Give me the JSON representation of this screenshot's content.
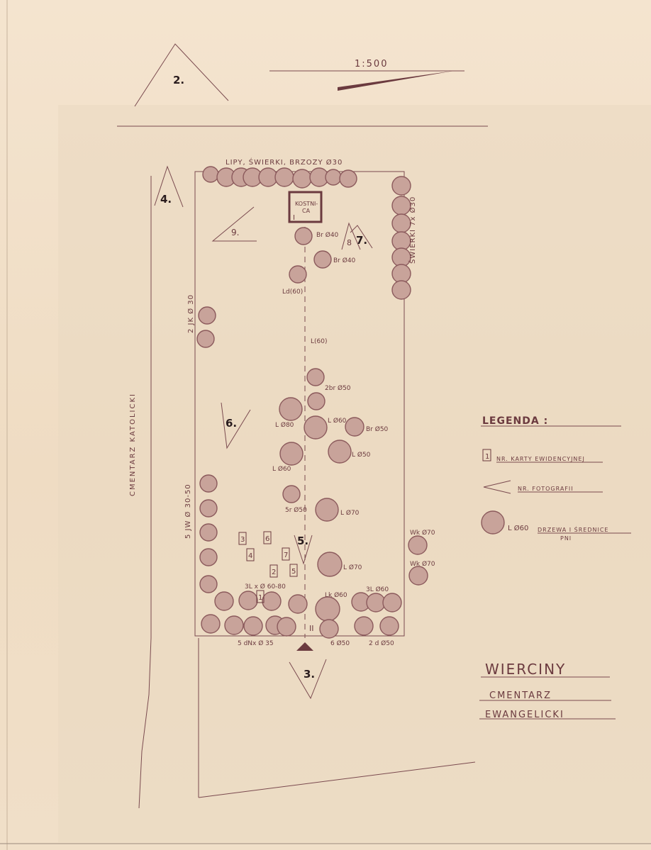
{
  "scale": "1:500",
  "cemetery_label": "CMENTARZ KATOLICKI",
  "top_trees_label": "LIPY, ŚWIERKI, BRZOZY Ø30",
  "right_trees_label": "ŚWIERKI 7x Ø30",
  "left_trees_label": "2 JK Ø 30",
  "left_lower_label": "5 JW Ø 30-50",
  "chapel": {
    "label_line1": "KOSTNI-",
    "label_line2": "CA",
    "card": "I"
  },
  "gate_card": "II",
  "photo_numbers": [
    "2.",
    "3.",
    "4.",
    "5.",
    "6.",
    "7.",
    "8",
    "9."
  ],
  "card_numbers": [
    "1",
    "2",
    "3",
    "4",
    "5",
    "6",
    "7"
  ],
  "tree_labels": [
    "Br Ø40",
    "Br Ø40",
    "Ld(60)",
    "L(60)",
    "2br Ø50",
    "L Ø80",
    "L Ø60",
    "Br Ø50",
    "L Ø60",
    "L Ø50",
    "5r Ø50",
    "L Ø70",
    "L Ø70",
    "Wk Ø70",
    "Wk Ø70",
    "3L x Ø 60-80",
    "Lk Ø60",
    "3L Ø60",
    "5 dNx Ø 35",
    "6 Ø50",
    "2 d Ø50"
  ],
  "legend": {
    "title": "LEGENDA :",
    "card_entry": "NR. KARTY EWIDENCYJNEJ",
    "photo_entry": "NR. FOTOGRAFII",
    "tree_symbol_label": "L Ø60",
    "tree_entry_line1": "DRZEWA I ŚREDNICE",
    "tree_entry_line2": "PNI"
  },
  "title_block": {
    "place": "WIERCINY",
    "line2": "CMENTARZ",
    "line3": "EWANGELICKI"
  },
  "colors": {
    "paper": "#f2e2cc",
    "ink": "#6b3a3f",
    "tree_fill": "#c8a39a",
    "tree_stroke": "#8b5a5c"
  }
}
